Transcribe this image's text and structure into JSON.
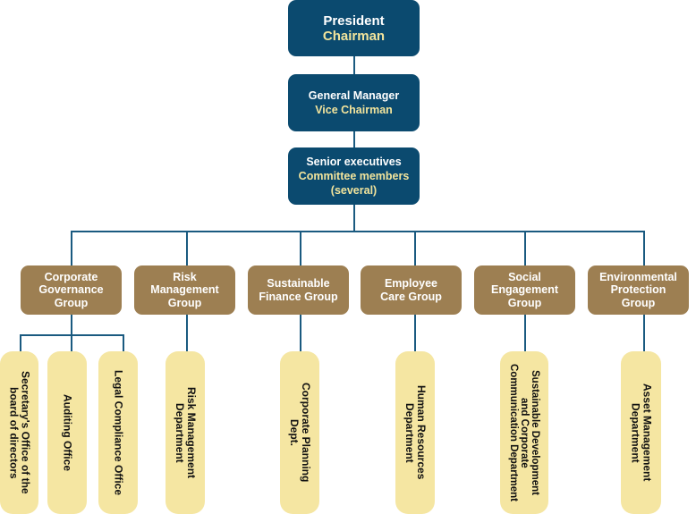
{
  "executives": [
    {
      "line1": "President",
      "line2": "Chairman"
    },
    {
      "line1": "General Manager",
      "line2": "Vice Chairman"
    },
    {
      "line1": "Senior executives",
      "line2": "Committee members",
      "line3": "(several)"
    }
  ],
  "groups": [
    {
      "label": "Corporate\nGovernance\nGroup"
    },
    {
      "label": "Risk\nManagement\nGroup"
    },
    {
      "label": "Sustainable\nFinance Group"
    },
    {
      "label": "Employee\nCare Group"
    },
    {
      "label": "Social\nEngagement\nGroup"
    },
    {
      "label": "Environmental\nProtection\nGroup"
    }
  ],
  "departments": [
    {
      "label": "Secretary's Office of the\nboard of directors",
      "group": "Corporate Governance Group"
    },
    {
      "label": "Auditing Office",
      "group": "Corporate Governance Group"
    },
    {
      "label": "Legal Compliance Office",
      "group": "Corporate Governance Group"
    },
    {
      "label": "Risk Management\nDepartment",
      "group": "Risk Management Group"
    },
    {
      "label": "Corporate Planning\nDept.",
      "group": "Sustainable Finance Group"
    },
    {
      "label": "Human Resources\nDepartment",
      "group": "Employee Care Group"
    },
    {
      "label": "Sustainable Development\nand Corporate\nCommunication Department",
      "group": "Social Engagement Group"
    },
    {
      "label": "Asset Management\nDepartment",
      "group": "Environmental Protection Group"
    }
  ],
  "colors": {
    "executive_box": "#0b4a6f",
    "executive_title_text": "#f2e49c",
    "group_box": "#9d7f52",
    "department_box": "#f5e6a2",
    "connector": "#1a5a80"
  }
}
